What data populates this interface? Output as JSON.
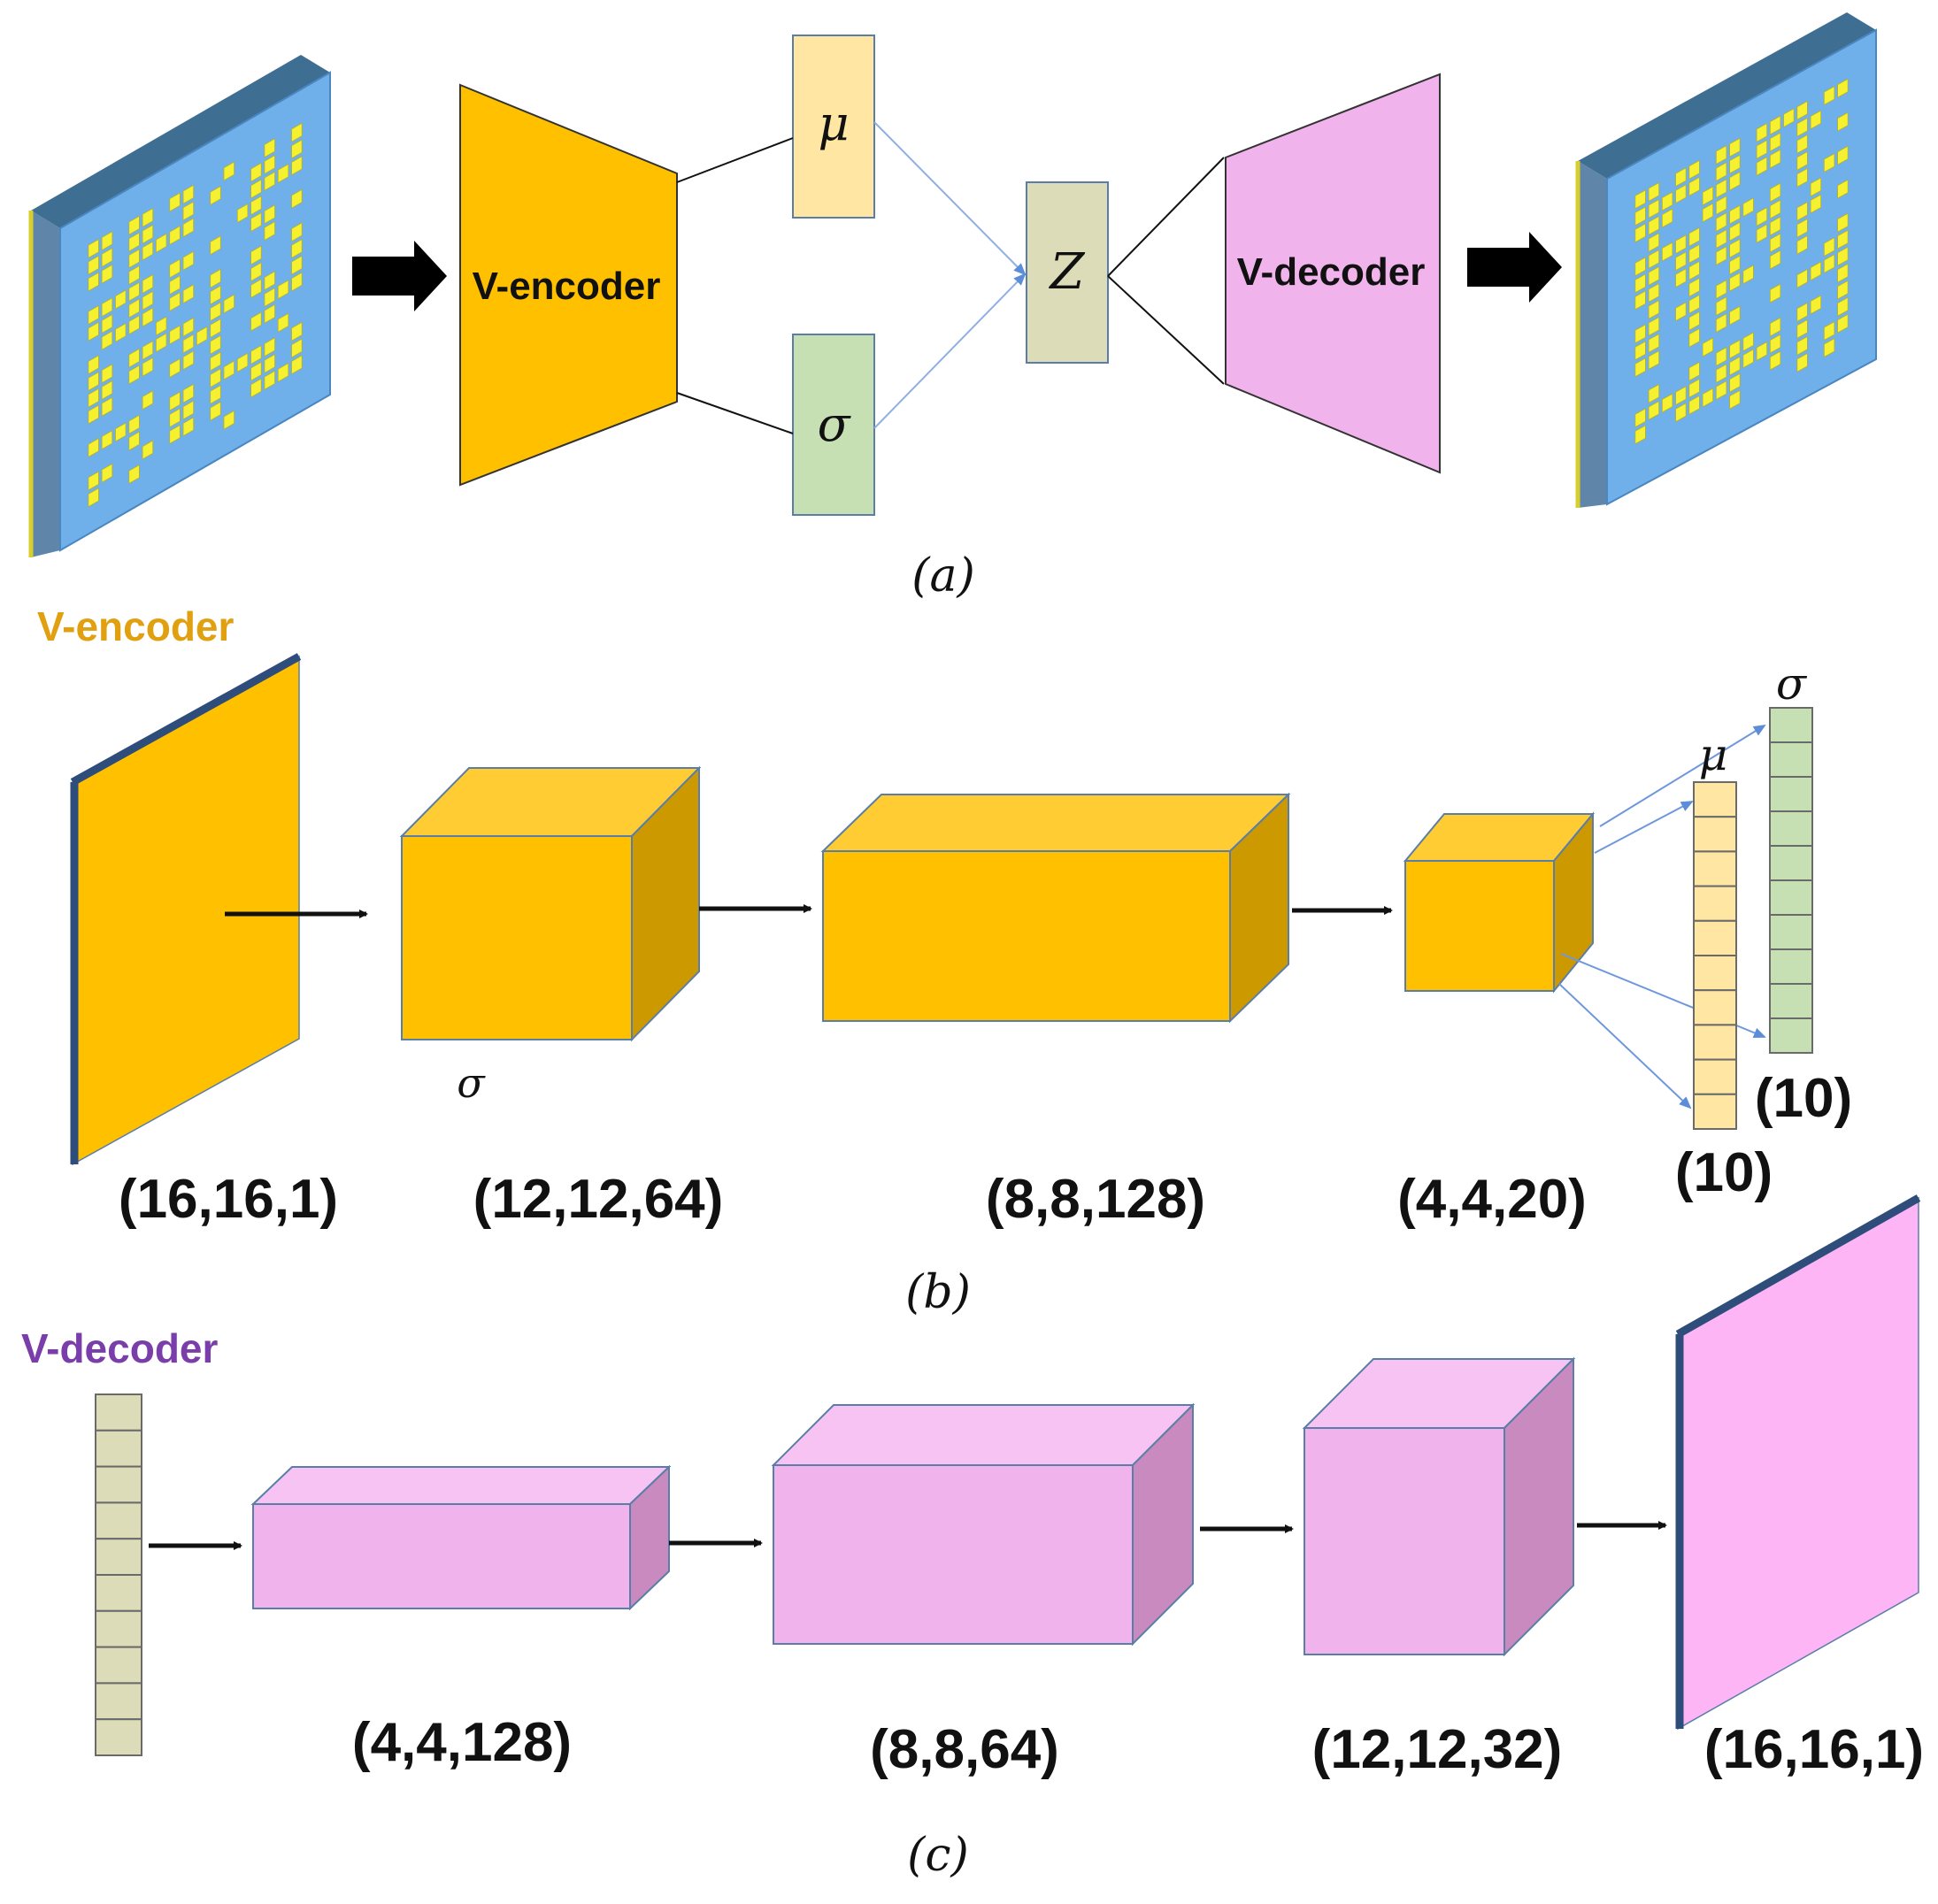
{
  "panel_a": {
    "encoder_label": "V-encoder",
    "decoder_label": "V-decoder",
    "mu": "μ",
    "sigma": "σ",
    "z": "Z",
    "caption": "(a)"
  },
  "panel_b": {
    "title": "V-encoder",
    "stray_sigma": "σ",
    "mu": "μ",
    "sigma": "σ",
    "dims": [
      "(16,16,1)",
      "(12,12,64)",
      "(8,8,128)",
      "(4,4,20)"
    ],
    "mu_size": "(10)",
    "sigma_size": "(10)",
    "caption": "(b)"
  },
  "panel_c": {
    "title": "V-decoder",
    "dims": [
      "(4,4,128)",
      "(8,8,64)",
      "(12,12,32)",
      "(16,16,1)"
    ],
    "caption": "(c)"
  },
  "colors": {
    "encoder": "#ffc000",
    "encoder_title": "#e0a010",
    "decoder": "#f0b3ec",
    "decoder_title": "#7a3eaa",
    "mu_box": "#ffe6a3",
    "sigma_box": "#c6e0b4",
    "z_box": "#dcdcb8",
    "plate": "#6fb0ea",
    "pattern": "#f5f030"
  }
}
